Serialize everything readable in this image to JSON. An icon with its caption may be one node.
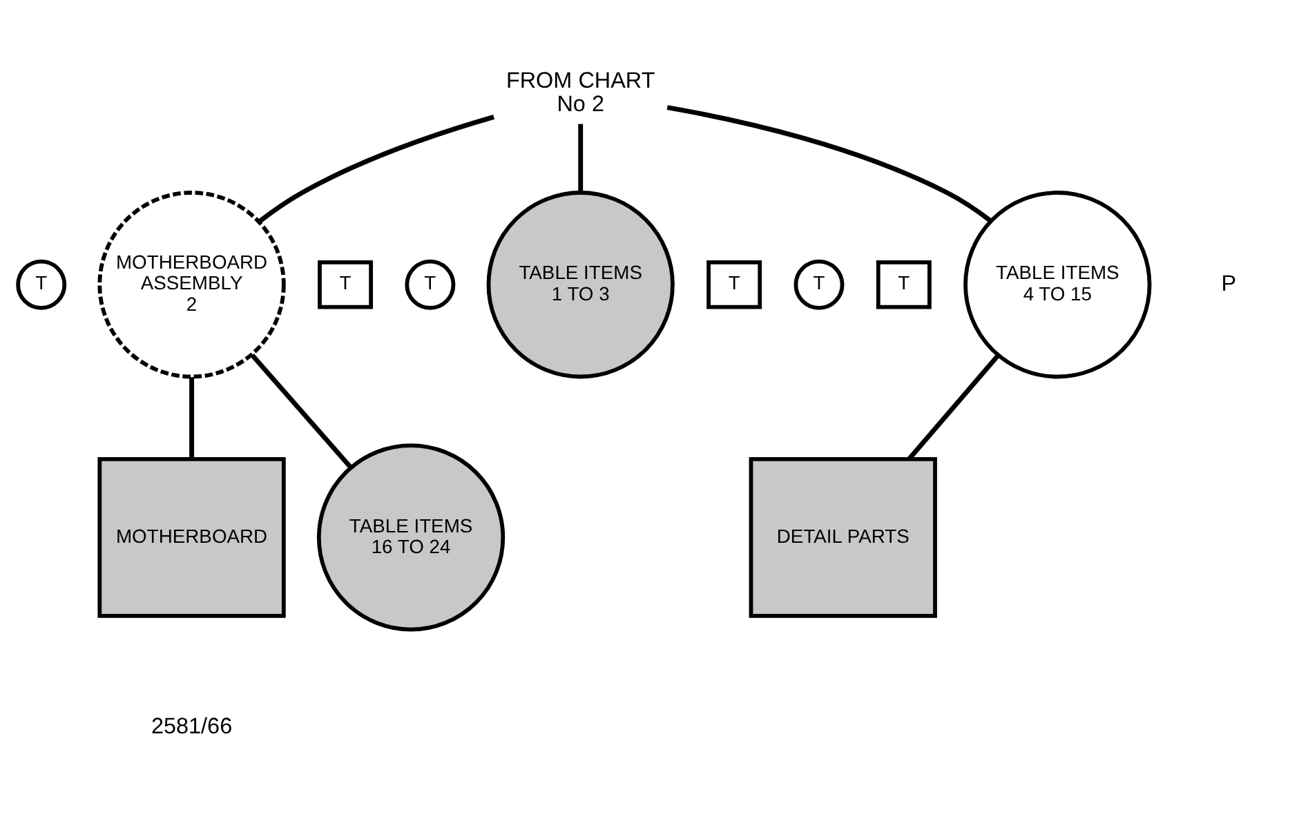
{
  "diagram": {
    "nodes": [
      {
        "text": [
          "FROM CHART No 2"
        ]
      },
      {
        "text": [
          "T"
        ]
      },
      {
        "text": [
          "MOTHERBOARD ASSEMBLY",
          "2"
        ]
      },
      {
        "text": [
          "T"
        ]
      },
      {
        "text": [
          "T"
        ]
      },
      {
        "text": [
          "TABLE ITEMS 1 TO 3"
        ]
      },
      {
        "text": [
          "T"
        ]
      },
      {
        "text": [
          "T"
        ]
      },
      {
        "text": [
          "T"
        ]
      },
      {
        "text": [
          "TABLE ITEMS 4 TO 15"
        ]
      },
      {
        "text": [
          "MOTHERBOARD"
        ]
      },
      {
        "text": [
          "TABLE ITEMS 16 TO 24"
        ]
      },
      {
        "text": [
          "DETAIL PARTS"
        ]
      }
    ],
    "edges": [
      {
        "from": 0,
        "to": 2,
        "arrow": "none"
      },
      {
        "from": 0,
        "to": 5,
        "arrow": "none"
      },
      {
        "from": 0,
        "to": 9,
        "arrow": "none"
      },
      {
        "from": 2,
        "to": 10,
        "arrow": "none"
      },
      {
        "from": 2,
        "to": 11,
        "arrow": "none"
      },
      {
        "from": 9,
        "to": 12,
        "arrow": "none"
      }
    ],
    "labels": [
      "P",
      "2581/66"
    ]
  }
}
